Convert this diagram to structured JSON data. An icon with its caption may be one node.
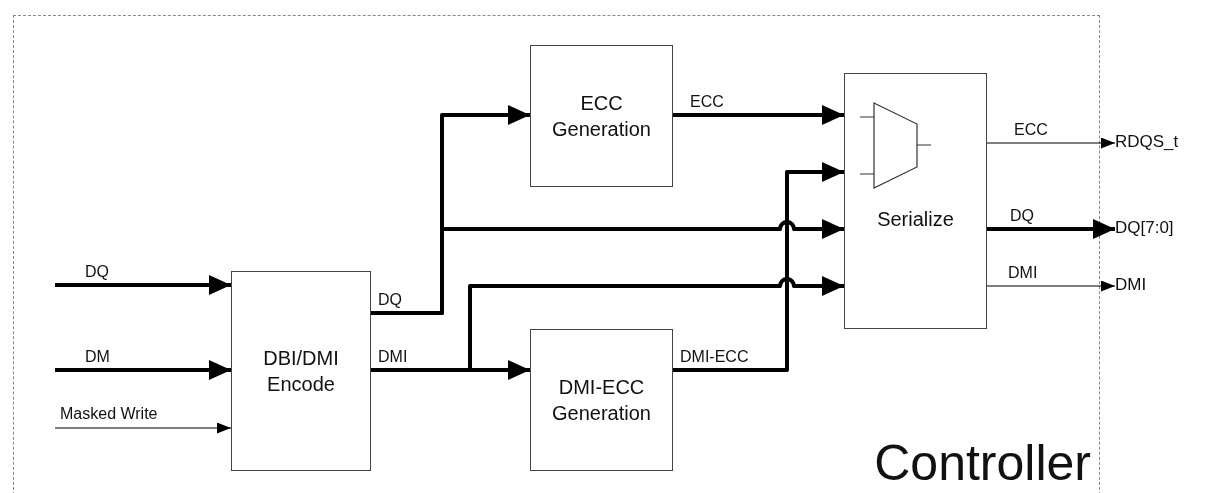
{
  "diagram": {
    "nodes": [
      {
        "text": [
          "Controller"
        ]
      },
      {
        "text": [
          "DBI/DMI Encode"
        ],
        "in": 0
      },
      {
        "text": [
          "ECC Generation"
        ],
        "in": 0
      },
      {
        "text": [
          "DMI-ECC Generation"
        ],
        "in": 0
      },
      {
        "text": [
          "Serialize"
        ],
        "in": 0
      },
      {
        "text": [
          "RDQS_t"
        ]
      },
      {
        "text": [
          "DQ[7:0]"
        ]
      },
      {
        "text": [
          "DMI"
        ]
      }
    ],
    "edges": [
      {
        "from": null,
        "to": 1,
        "arrow": "to",
        "label": "DQ"
      },
      {
        "from": null,
        "to": 1,
        "arrow": "to",
        "label": "DM"
      },
      {
        "from": null,
        "to": 1,
        "arrow": "to",
        "label": "Masked Write"
      },
      {
        "from": 1,
        "to": 2,
        "arrow": "to",
        "label": "DQ"
      },
      {
        "from": 1,
        "to": 4,
        "arrow": "to"
      },
      {
        "from": 1,
        "to": 3,
        "arrow": "to",
        "label": "DMI"
      },
      {
        "from": 1,
        "to": 4,
        "arrow": "to"
      },
      {
        "from": 2,
        "to": 4,
        "arrow": "to",
        "label": "ECC"
      },
      {
        "from": 3,
        "to": 4,
        "arrow": "to",
        "label": "DMI-ECC"
      },
      {
        "from": 4,
        "to": 5,
        "arrow": "to",
        "label": "ECC"
      },
      {
        "from": 4,
        "to": 6,
        "arrow": "to",
        "label": "DQ"
      },
      {
        "from": 4,
        "to": 7,
        "arrow": "to",
        "label": "DMI"
      }
    ]
  }
}
